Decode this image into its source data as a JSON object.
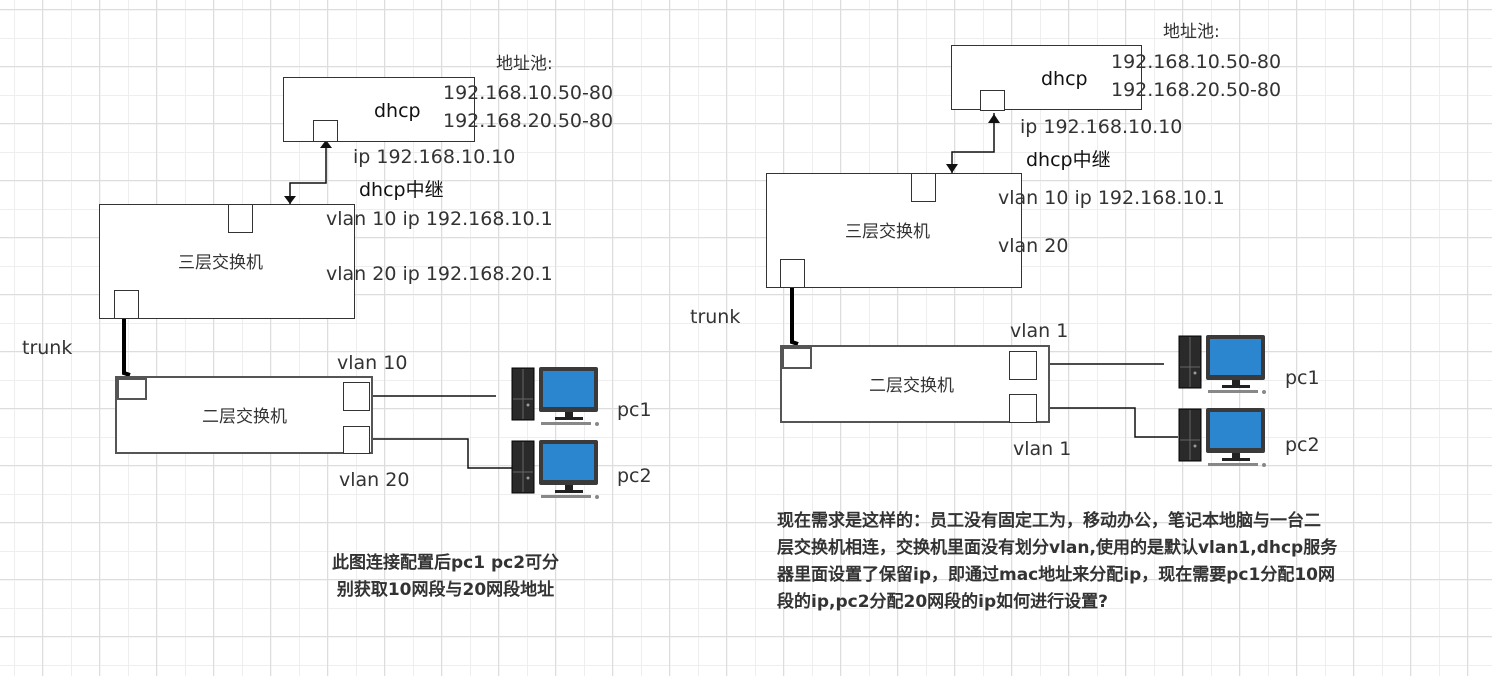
{
  "left_diagram": {
    "pool_label": "地址池:",
    "pool_ranges": [
      "192.168.10.50-80",
      "192.168.20.50-80"
    ],
    "dhcp_label": "dhcp",
    "dhcp_ip": "ip 192.168.10.10",
    "relay_label": "dhcp中继",
    "l3_switch_label": "三层交换机",
    "l3_vlan10": "vlan 10 ip 192.168.10.1",
    "l3_vlan20": "vlan 20 ip 192.168.20.1",
    "trunk_label": "trunk",
    "l2_switch_label": "二层交换机",
    "port1_vlan": "vlan 10",
    "port2_vlan": "vlan 20",
    "pc1_label": "pc1",
    "pc2_label": "pc2",
    "caption_line1": "此图连接配置后pc1 pc2可分",
    "caption_line2": "别获取10网段与20网段地址"
  },
  "right_diagram": {
    "pool_label": "地址池:",
    "pool_ranges": [
      "192.168.10.50-80",
      "192.168.20.50-80"
    ],
    "dhcp_label": "dhcp",
    "dhcp_ip": "ip 192.168.10.10",
    "relay_label": "dhcp中继",
    "l3_switch_label": "三层交换机",
    "l3_vlan10": "vlan 10 ip 192.168.10.1",
    "l3_vlan20": "vlan 20",
    "trunk_label": "trunk",
    "l2_switch_label": "二层交换机",
    "port1_vlan": "vlan 1",
    "port2_vlan": "vlan 1",
    "pc1_label": "pc1",
    "pc2_label": "pc2",
    "question_lines": [
      "现在需求是这样的：员工没有固定工为，移动办公，笔记本地脑与一台二",
      "层交换机相连，交换机里面没有划分vlan,使用的是默认vlan1,dhcp服务",
      "器里面设置了保留ip，即通过mac地址来分配ip，现在需要pc1分配10网",
      "段的ip,pc2分配20网段的ip如何进行设置?"
    ]
  },
  "colors": {
    "monitor_screen": "#2b86cf",
    "line": "#111111",
    "text": "#333333"
  }
}
